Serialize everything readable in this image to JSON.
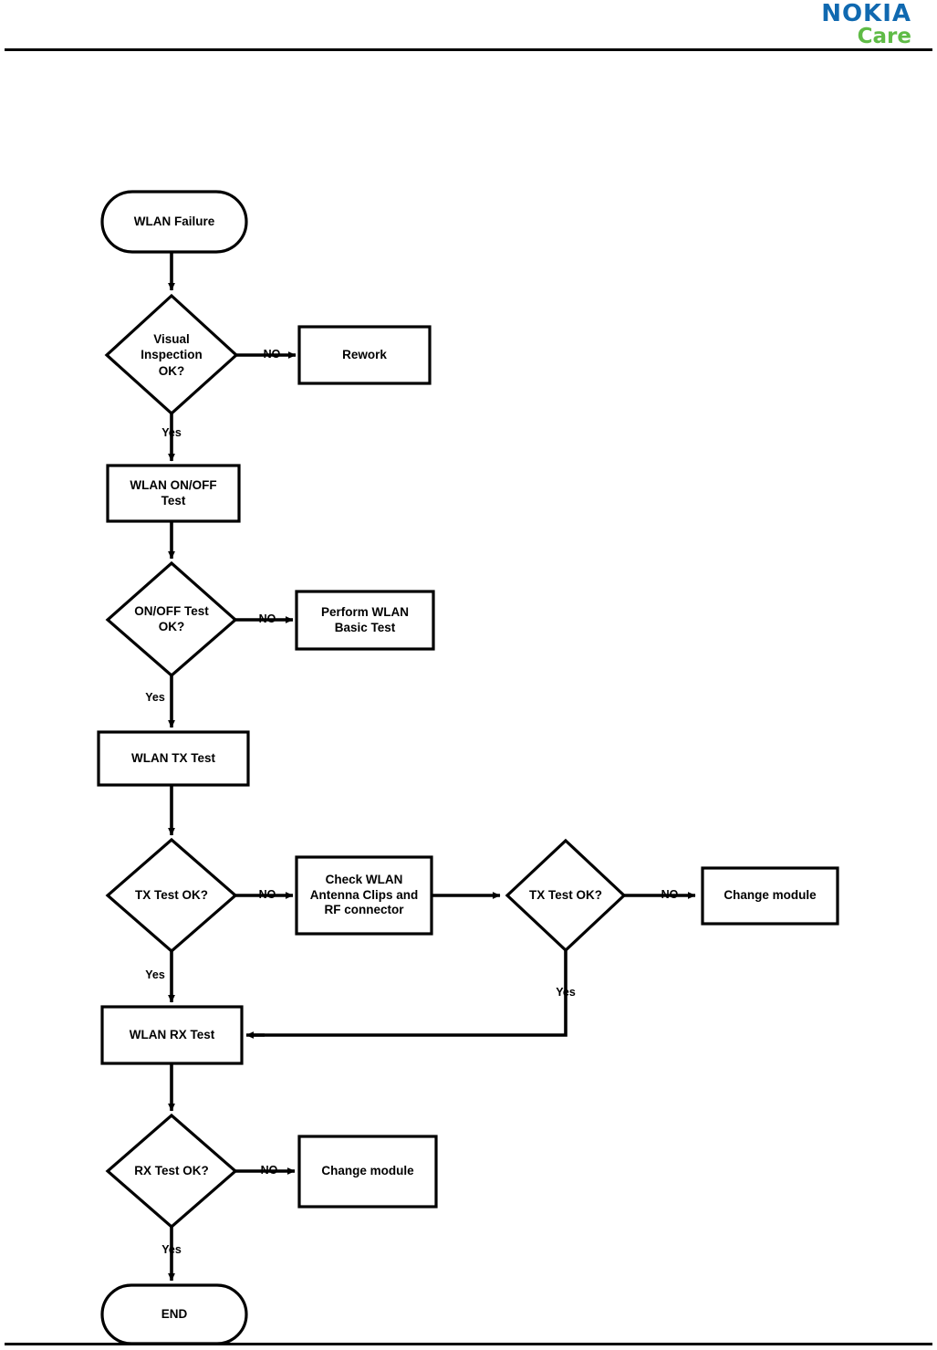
{
  "header": {
    "logo_primary": "NOKIA",
    "logo_secondary": "Care",
    "logo_primary_color": "#1069B0",
    "logo_secondary_color": "#5FBB46"
  },
  "chart_data": {
    "type": "diagram",
    "title": "WLAN Failure troubleshooting flowchart",
    "nodes": [
      {
        "id": "start",
        "shape": "terminator",
        "label": "WLAN Failure"
      },
      {
        "id": "visual",
        "shape": "decision",
        "label": "Visual\nInspection\nOK?"
      },
      {
        "id": "rework",
        "shape": "process",
        "label": "Rework"
      },
      {
        "id": "onoff_test",
        "shape": "process",
        "label": "WLAN ON/OFF\nTest"
      },
      {
        "id": "onoff_ok",
        "shape": "decision",
        "label": "ON/OFF Test\nOK?"
      },
      {
        "id": "basic_test",
        "shape": "process",
        "label": "Perform WLAN\nBasic Test"
      },
      {
        "id": "tx_test",
        "shape": "process",
        "label": "WLAN TX Test"
      },
      {
        "id": "tx_ok_1",
        "shape": "decision",
        "label": "TX Test OK?"
      },
      {
        "id": "check_ant",
        "shape": "process",
        "label": "Check WLAN\nAntenna Clips and\nRF connector"
      },
      {
        "id": "tx_ok_2",
        "shape": "decision",
        "label": "TX Test OK?"
      },
      {
        "id": "change_mod_1",
        "shape": "process",
        "label": "Change module"
      },
      {
        "id": "rx_test",
        "shape": "process",
        "label": "WLAN RX Test"
      },
      {
        "id": "rx_ok",
        "shape": "decision",
        "label": "RX Test OK?"
      },
      {
        "id": "change_mod_2",
        "shape": "process",
        "label": "Change module"
      },
      {
        "id": "end",
        "shape": "terminator",
        "label": "END"
      }
    ],
    "edges": [
      {
        "from": "start",
        "to": "visual",
        "label": ""
      },
      {
        "from": "visual",
        "to": "rework",
        "label": "NO"
      },
      {
        "from": "visual",
        "to": "onoff_test",
        "label": "Yes"
      },
      {
        "from": "onoff_test",
        "to": "onoff_ok",
        "label": ""
      },
      {
        "from": "onoff_ok",
        "to": "basic_test",
        "label": "NO"
      },
      {
        "from": "onoff_ok",
        "to": "tx_test",
        "label": "Yes"
      },
      {
        "from": "tx_test",
        "to": "tx_ok_1",
        "label": ""
      },
      {
        "from": "tx_ok_1",
        "to": "check_ant",
        "label": "NO"
      },
      {
        "from": "tx_ok_1",
        "to": "rx_test",
        "label": "Yes"
      },
      {
        "from": "check_ant",
        "to": "tx_ok_2",
        "label": ""
      },
      {
        "from": "tx_ok_2",
        "to": "change_mod_1",
        "label": "NO"
      },
      {
        "from": "tx_ok_2",
        "to": "rx_test",
        "label": "Yes"
      },
      {
        "from": "rx_test",
        "to": "rx_ok",
        "label": ""
      },
      {
        "from": "rx_ok",
        "to": "change_mod_2",
        "label": "NO"
      },
      {
        "from": "rx_ok",
        "to": "end",
        "label": "Yes"
      }
    ]
  },
  "labels": {
    "start": "WLAN Failure",
    "visual": "Visual\nInspection\nOK?",
    "rework": "Rework",
    "onoff_test": "WLAN ON/OFF\nTest",
    "onoff_ok": "ON/OFF Test\nOK?",
    "basic_test": "Perform WLAN\nBasic Test",
    "tx_test": "WLAN TX Test",
    "tx_ok_1": "TX Test OK?",
    "check_ant": "Check WLAN\nAntenna Clips and\nRF connector",
    "tx_ok_2": "TX Test OK?",
    "change_mod_1": "Change module",
    "rx_test": "WLAN RX Test",
    "rx_ok": "RX Test OK?",
    "change_mod_2": "Change module",
    "end": "END"
  },
  "edge_labels": {
    "visual_no": "NO",
    "visual_yes": "Yes",
    "onoff_no": "NO",
    "onoff_yes": "Yes",
    "tx1_no": "NO",
    "tx1_yes": "Yes",
    "tx2_no": "NO",
    "tx2_yes": "Yes",
    "rx_no": "NO",
    "rx_yes": "Yes"
  }
}
